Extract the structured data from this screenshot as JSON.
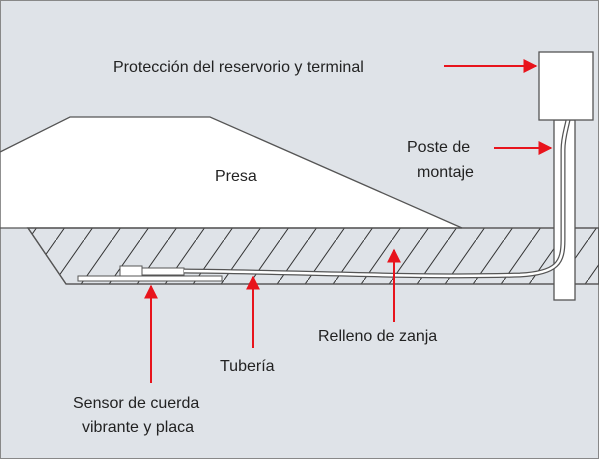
{
  "diagram": {
    "labels": {
      "terminal": "Protección del reservorio y terminal",
      "post_line1": "Poste de",
      "post_line2": "montaje",
      "dam": "Presa",
      "backfill": "Relleno de zanja",
      "tubing": "Tubería",
      "sensor_line1": "Sensor de cuerda",
      "sensor_line2": "vibrante y placa"
    },
    "colors": {
      "background": "#dfe3e8",
      "outline": "#555555",
      "fill": "#ffffff",
      "arrow": "#e8141c",
      "hatch": "#333333",
      "text": "#222222"
    }
  }
}
